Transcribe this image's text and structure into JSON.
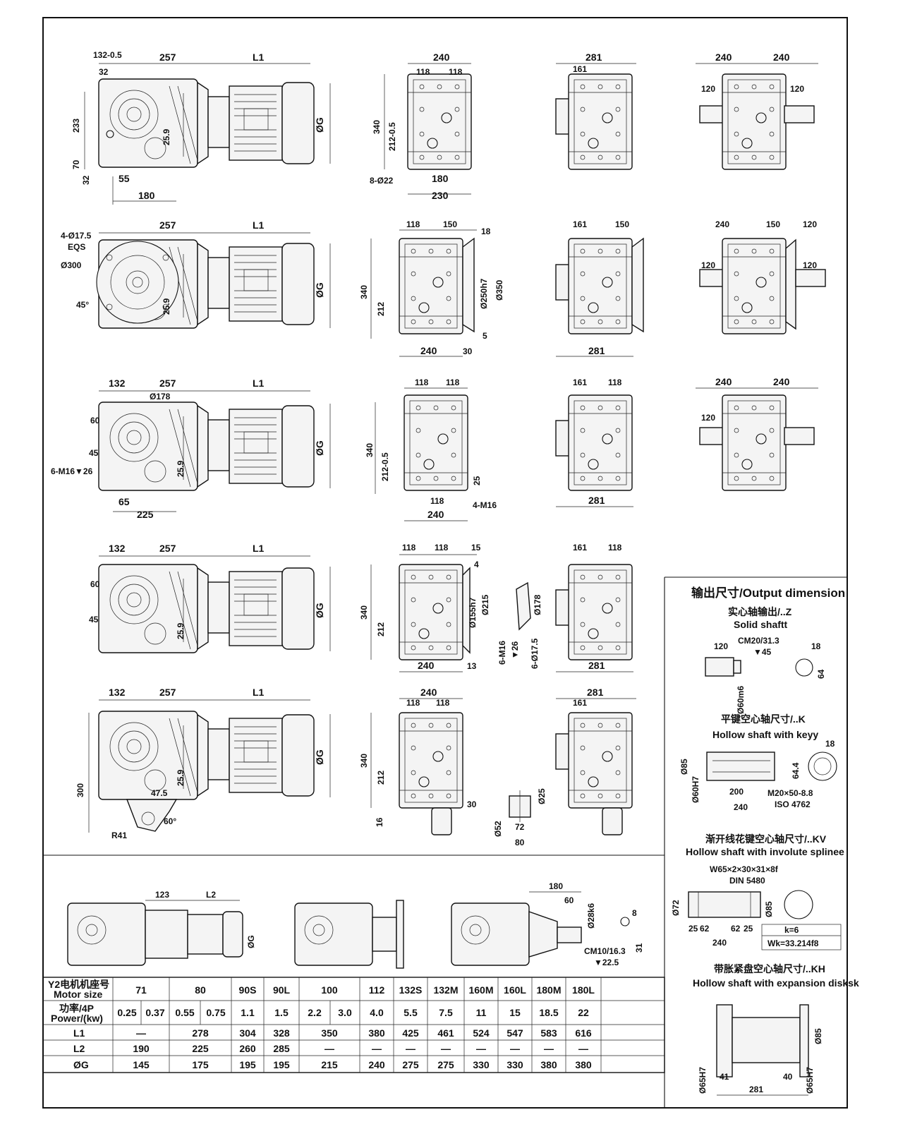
{
  "main_views": [
    {
      "dims": [
        "132-0.5",
        "257",
        "L1",
        "32",
        "233",
        "70",
        "32",
        "55",
        "180",
        "25.9",
        "ØG"
      ]
    },
    {
      "dims": [
        "4-Ø17.5",
        "EQS",
        "257",
        "L1",
        "Ø300",
        "45°",
        "25.9",
        "ØG"
      ]
    },
    {
      "dims": [
        "132",
        "257",
        "L1",
        "Ø178",
        "60",
        "45",
        "6-M16▼26",
        "65",
        "225",
        "25.9",
        "ØG"
      ]
    },
    {
      "dims": [
        "132",
        "257",
        "L1",
        "60",
        "45",
        "25.9",
        "ØG"
      ]
    },
    {
      "dims": [
        "132",
        "257",
        "L1",
        "300",
        "47.5",
        "60°",
        "R41",
        "25.9",
        "ØG"
      ]
    }
  ],
  "side_views": [
    {
      "dims": [
        "240",
        "118",
        "118",
        "340",
        "212-0.5",
        "8-Ø22",
        "180",
        "230"
      ]
    },
    {
      "dims": [
        "118",
        "150",
        "18",
        "340",
        "212",
        "Ø250h7",
        "Ø350",
        "240",
        "30",
        "5"
      ]
    },
    {
      "dims": [
        "118",
        "118",
        "340",
        "212-0.5",
        "25",
        "118",
        "240",
        "4-M16"
      ]
    },
    {
      "dims": [
        "118",
        "118",
        "15",
        "4",
        "340",
        "212",
        "Ø155h7",
        "Ø215",
        "240",
        "13"
      ]
    },
    {
      "dims": [
        "240",
        "118",
        "118",
        "340",
        "212",
        "30",
        "16"
      ]
    }
  ],
  "flange_detail": {
    "dims": [
      "Ø178",
      "6-M16",
      "▼26",
      "6-Ø17.5"
    ]
  },
  "torque_arm_detail": {
    "dims": [
      "Ø25",
      "Ø52",
      "72",
      "80"
    ]
  },
  "hollow_views": [
    {
      "dims": [
        "281",
        "161"
      ]
    },
    {
      "dims": [
        "161",
        "150",
        "281"
      ]
    },
    {
      "dims": [
        "161",
        "118",
        "281"
      ]
    },
    {
      "dims": [
        "161",
        "118",
        "281"
      ]
    },
    {
      "dims": [
        "281",
        "161"
      ]
    }
  ],
  "solid_views": [
    {
      "dims": [
        "240",
        "240",
        "120",
        "120"
      ]
    },
    {
      "dims": [
        "240",
        "150",
        "120",
        "120",
        "120"
      ]
    },
    {
      "dims": [
        "240",
        "240",
        "120"
      ]
    }
  ],
  "bottom_views": [
    {
      "dims": [
        "123",
        "L2",
        "ØG"
      ]
    },
    {
      "dims": []
    },
    {
      "dims": [
        "180",
        "60",
        "Ø28k6",
        "CM10/16.3",
        "▼22.5",
        "8",
        "31"
      ]
    }
  ],
  "output_panel": {
    "title": "输出尺寸/Output dimension",
    "sections": [
      {
        "title_cn": "实心轴输出/..Z",
        "title_en": "Solid shaftt",
        "dims": [
          "120",
          "CM20/31.3",
          "▼45",
          "Ø60m6",
          "18",
          "64"
        ]
      },
      {
        "title_cn": "平键空心轴尺寸/..K",
        "title_en": "Hollow shaft with keyy",
        "dims": [
          "Ø85",
          "Ø60H7",
          "200",
          "240",
          "M20×50-8.8",
          "ISO 4762",
          "18",
          "64.4"
        ]
      },
      {
        "title_cn": "渐开线花键空心轴尺寸/..KV",
        "title_en": "Hollow shaft with involute splinee",
        "dims": [
          "W65×2×30×31×8f",
          "DIN 5480",
          "Ø72",
          "Ø85",
          "25",
          "62",
          "62",
          "25",
          "240",
          "k=6",
          "Wk=33.214f8"
        ]
      },
      {
        "title_cn": "带胀紧盘空心轴尺寸/..KH",
        "title_en": "Hollow shaft with expansion disksk",
        "dims": [
          "Ø85",
          "Ø65H7",
          "41",
          "281",
          "40",
          "Ø65H7"
        ]
      }
    ]
  },
  "table": {
    "header_label": [
      "Y2电机机座号",
      "Motor size"
    ],
    "power_label": [
      "功率/4P",
      "Power/(kw)"
    ],
    "motor_sizes": [
      "71",
      "80",
      "90S",
      "90L",
      "100",
      "112",
      "132S",
      "132M",
      "160M",
      "160L",
      "180M",
      "180L"
    ],
    "power": [
      "0.25",
      "0.37",
      "0.55",
      "0.75",
      "1.1",
      "1.5",
      "2.2",
      "3.0",
      "4.0",
      "5.5",
      "7.5",
      "11",
      "15",
      "18.5",
      "22"
    ],
    "rows": [
      {
        "label": "L1",
        "values": [
          "—",
          "278",
          "304",
          "328",
          "350",
          "380",
          "425",
          "461",
          "524",
          "547",
          "583",
          "616"
        ]
      },
      {
        "label": "L2",
        "values": [
          "190",
          "225",
          "260",
          "285",
          "—",
          "—",
          "—",
          "—",
          "—",
          "—",
          "—",
          "—"
        ]
      },
      {
        "label": "ØG",
        "values": [
          "145",
          "175",
          "195",
          "195",
          "215",
          "240",
          "275",
          "275",
          "330",
          "330",
          "380",
          "380"
        ]
      }
    ]
  }
}
